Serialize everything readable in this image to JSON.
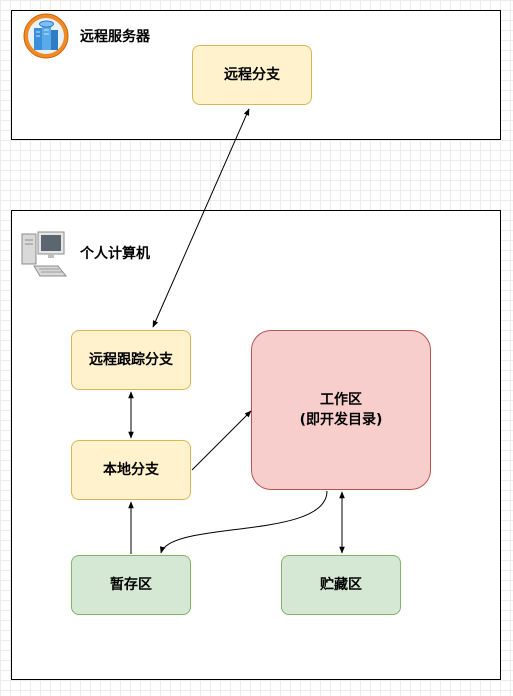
{
  "remote_server": {
    "label": "远程服务器",
    "icon": "server-icon",
    "branch": "远程分支"
  },
  "personal_computer": {
    "label": "个人计算机",
    "icon": "computer-icon",
    "remote_tracking_branch": "远程跟踪分支",
    "local_branch": "本地分支",
    "working_tree": {
      "title": "工作区",
      "subtitle": "(即开发目录)"
    },
    "staging_area": "暂存区",
    "stash": "贮藏区"
  },
  "colors": {
    "yellow_fill": "#fff2cc",
    "yellow_stroke": "#d6b656",
    "green_fill": "#d5e8d4",
    "green_stroke": "#82b366",
    "red_fill": "#f8cecc",
    "red_stroke": "#b85450"
  }
}
